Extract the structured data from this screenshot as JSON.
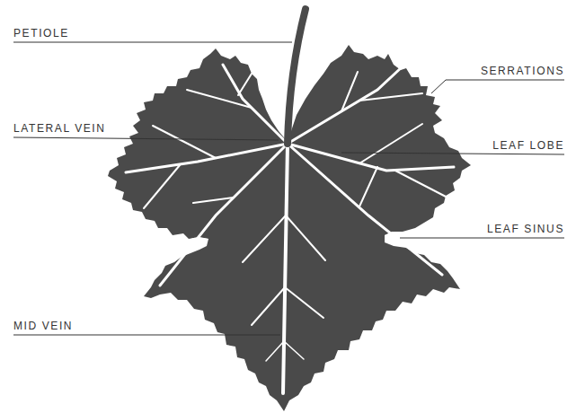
{
  "diagram": {
    "labels": [
      "PETIOLE",
      "SERRATIONS",
      "LATERAL VEIN",
      "LEAF LOBE",
      "LEAF SINUS",
      "MID VEIN"
    ]
  }
}
